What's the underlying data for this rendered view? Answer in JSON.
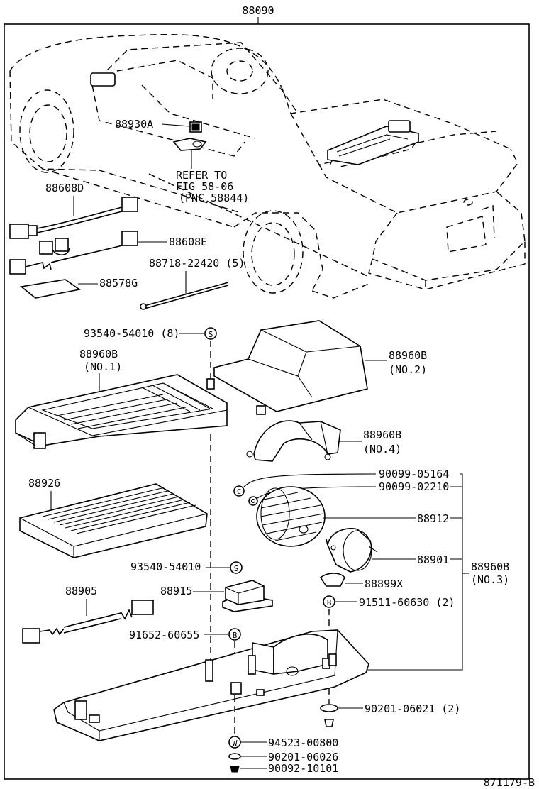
{
  "figure_id": "871179-B",
  "assembly_label": "88090",
  "refer_note": [
    "REFER TO",
    "FIG 58-06",
    "(PNC 58844)"
  ],
  "labels": {
    "p88930A": "88930A",
    "p88608D": "88608D",
    "p88608E": "88608E",
    "p88578G": "88578G",
    "p88718": "88718-22420 (5)",
    "p93540_top": "93540-54010 (8)",
    "p88960B_1": "88960B",
    "p88960B_1_no": "(NO.1)",
    "p88960B_2": "88960B",
    "p88960B_2_no": "(NO.2)",
    "p88960B_4": "88960B",
    "p88960B_4_no": "(NO.4)",
    "p88926": "88926",
    "p90099_05164": "90099-05164",
    "p90099_02210": "90099-02210",
    "p88912": "88912",
    "p88901": "88901",
    "p88960B_3": "88960B",
    "p88960B_3_no": "(NO.3)",
    "p93540_mid": "93540-54010",
    "p88915": "88915",
    "p88899X": "88899X",
    "p88905": "88905",
    "p91511": "91511-60630 (2)",
    "p91652": "91652-60655",
    "p90201_06021": "90201-06021 (2)",
    "p94523": "94523-00800",
    "p90201_06026": "90201-06026",
    "p90092": "90092-10101"
  },
  "markers": {
    "s": "S",
    "b": "B",
    "c": "C",
    "w": "W"
  }
}
